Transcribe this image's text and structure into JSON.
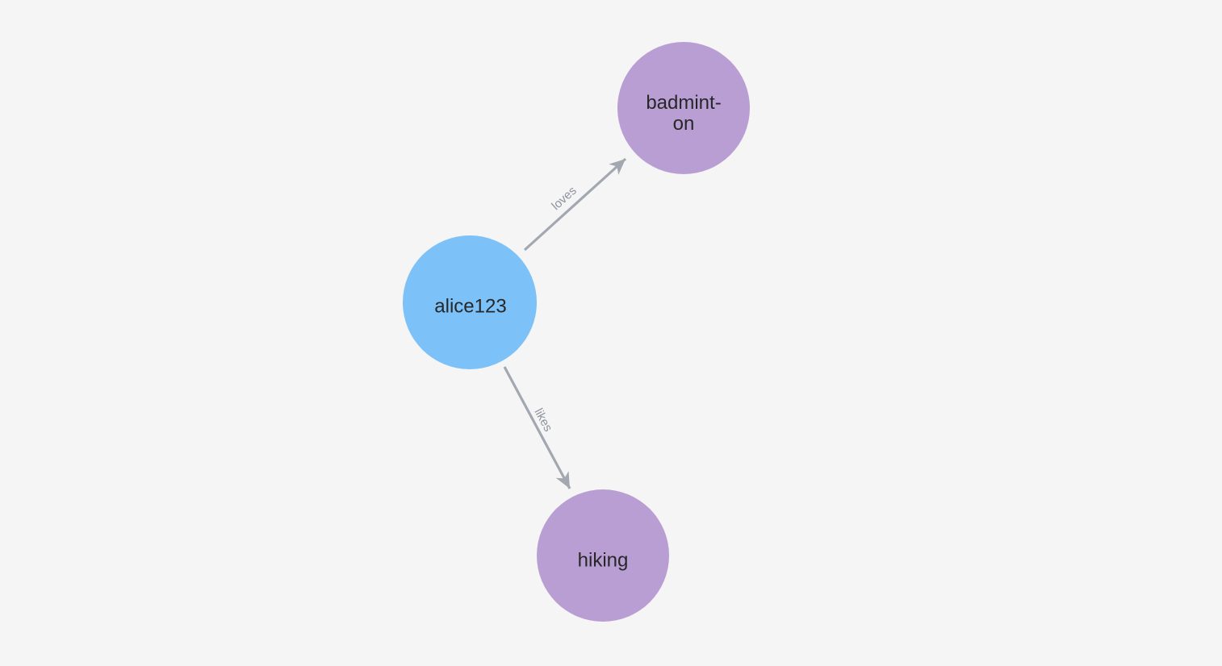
{
  "canvas": {
    "background": "#F4F5F4"
  },
  "colors": {
    "person_node_fill": "#7CC1F8",
    "interest_node_fill": "#B99ED4",
    "edge_stroke": "#A3A7B0",
    "edge_label_color": "#8E939D",
    "node_label_color": "#272727"
  },
  "graph": {
    "nodes": [
      {
        "id": "alice123",
        "label": "alice123",
        "group": "person"
      },
      {
        "id": "badminton",
        "label": "badminton",
        "label_wrap": {
          "line1": "badmint-",
          "line2": "on"
        },
        "group": "interest"
      },
      {
        "id": "hiking",
        "label": "hiking",
        "group": "interest"
      }
    ],
    "edges": [
      {
        "from": "alice123",
        "to": "badminton",
        "label": "loves"
      },
      {
        "from": "alice123",
        "to": "hiking",
        "label": "likes"
      }
    ]
  }
}
